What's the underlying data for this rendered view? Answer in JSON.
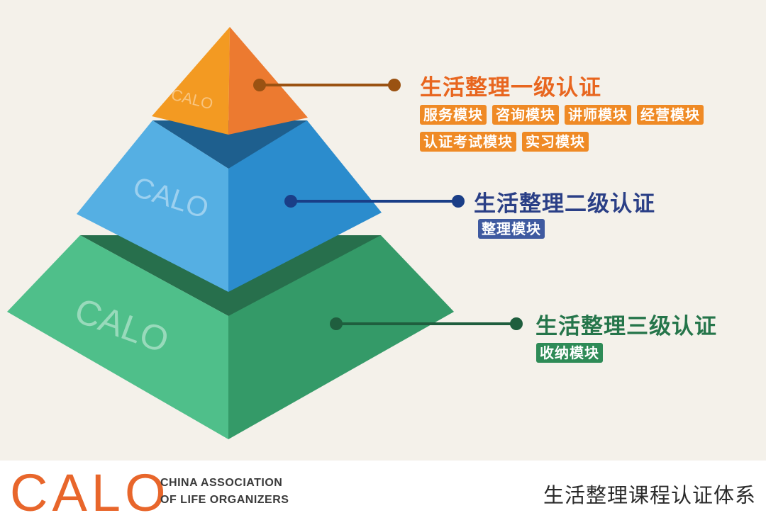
{
  "pyramid": {
    "label_top": "CALO",
    "label_middle": "CALO",
    "label_bottom": "CALO"
  },
  "tiers": [
    {
      "title": "生活整理一级认证",
      "modules": [
        "服务模块",
        "咨询模块",
        "讲师模块",
        "经营模块",
        "认证考试模块",
        "实习模块"
      ]
    },
    {
      "title": "生活整理二级认证",
      "modules": [
        "整理模块"
      ]
    },
    {
      "title": "生活整理三级认证",
      "modules": [
        "收纳模块"
      ]
    }
  ],
  "footer": {
    "logo": "CALO",
    "association_line1": "CHINA ASSOCIATION",
    "association_line2": "OF LIFE ORGANIZERS",
    "system_title": "生活整理课程认证体系"
  },
  "colors": {
    "tier1": "#e8661f",
    "tier2": "#2a3f86",
    "tier3": "#25754a",
    "logo": "#e8662b"
  }
}
